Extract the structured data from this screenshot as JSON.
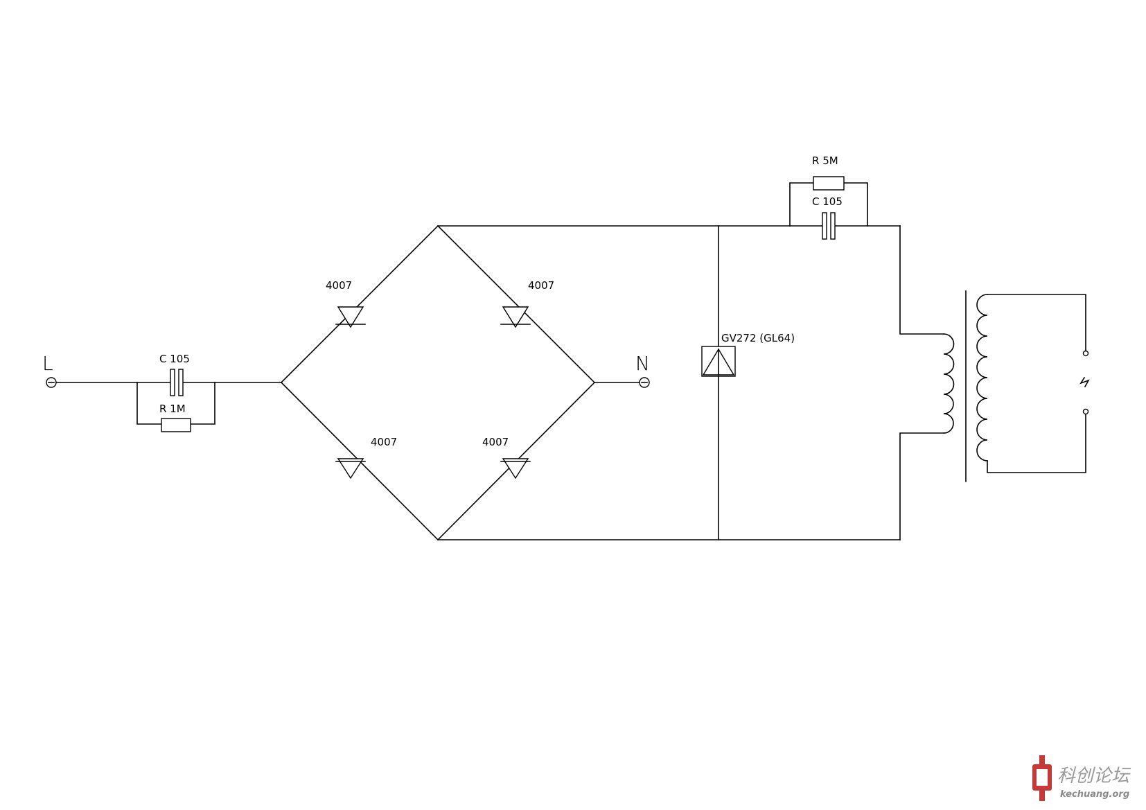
{
  "terminals": {
    "line": "L",
    "neutral": "N"
  },
  "input_capacitor": {
    "label": "C  105"
  },
  "input_resistor": {
    "label": "R  1M"
  },
  "bridge_diodes": [
    {
      "label": "4007"
    },
    {
      "label": "4007"
    },
    {
      "label": "4007"
    },
    {
      "label": "4007"
    }
  ],
  "discharge_tube": {
    "label": "GV272 (GL64)"
  },
  "top_resistor": {
    "label": "R  5M"
  },
  "top_capacitor": {
    "label": "C  105"
  },
  "watermark": {
    "chinese": "科创论坛",
    "url": "kechuang.org"
  }
}
